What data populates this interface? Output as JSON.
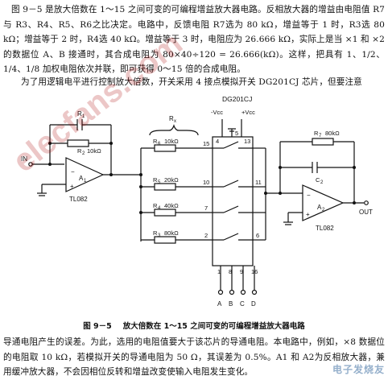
{
  "text": {
    "para1": "图 9－5 是放大倍数在 1～15 之间可变的可编程增益放大器电路。反相放大器的增益由电阻值 R7与 R3、R4、R5、R6之比决定。电路中，反馈电阻 R7选为 80 kΩ，增益等于 1 时，R3选 80 kΩ；增益等于 2 时，R4选 40 kΩ。增益等于 3 时，电阻应为 26.666 kΩ，实际上是当 ×1 和 ×2 的数据位 A、B 接通时，其合成电阻为 80×40÷120 = 26.666(kΩ)。这样，把具有 1、1/2、1/4、1/8 加权电阻依次并联，即可获得 0～15 倍的合成电阻。",
    "para2": "为了用逻辑电平进行控制放大倍数，开关采用 4 接点模拟开关 DG201CJ 芯片，但要注意",
    "para3": "导通电阻产生的误差。为此，选用的电阻值要大于该芯片的导通电阻。本电路中，例如，×8 数据位的电阻取 10 kΩ，若模拟开关的导通电阻为 50 Ω，其误差为 0.5%。A1 和 A2为反相放大器，兼用缓冲放大器，不会因相位反转和增益改变使输入电阻发生变化。"
  },
  "figure": {
    "caption_number": "图 9－5",
    "caption_title": "放大倍数在 1～15 之间可变的可编程增益放大器电路",
    "chip_label": "DG201CJ",
    "vcc_neg": "-Vcc",
    "vcc_pos": "+Vcc",
    "pin_top_left": "4",
    "pin_top_mid": "5",
    "pin_top_right": "13",
    "pin_right_11": "11",
    "pin_right_6": "6",
    "pin_left_15": "15",
    "pin_left_10": "10",
    "pin_left_7": "7",
    "pin_left_2": "2",
    "pin_bot_1": "1",
    "pin_bot_8": "8",
    "pin_bot_9": "9",
    "pin_bot_16": "16",
    "ctrl_a": "A",
    "ctrl_b": "B",
    "ctrl_c": "C",
    "ctrl_d": "D",
    "in_label": "IN",
    "out_label": "OUT",
    "a1_label": "A",
    "a1_sub": "1",
    "a1_part": "TL082",
    "a2_label": "A",
    "a2_sub": "2",
    "a2_part": "TL082",
    "r1_label": "R",
    "r1_sub": "1",
    "r2_label": "R",
    "r2_sub": "2",
    "r2_val": "10kΩ",
    "rx_label": "R",
    "rx_sub": "x",
    "r6_label": "R",
    "r6_sub": "6",
    "r6_val": "10kΩ",
    "r5_label": "R",
    "r5_sub": "5",
    "r5_val": "20kΩ",
    "r4_label": "R",
    "r4_sub": "4",
    "r4_val": "40kΩ",
    "r3_label": "R",
    "r3_sub": "3",
    "r3_val": "80kΩ",
    "r7_label": "R",
    "r7_sub": "7",
    "r7_val": "80kΩ",
    "c2_label": "C",
    "c2_sub": "2",
    "opamp_minus": "−",
    "opamp_plus": "+"
  },
  "watermark": "elecfans.com",
  "logo": "电子发烧友"
}
